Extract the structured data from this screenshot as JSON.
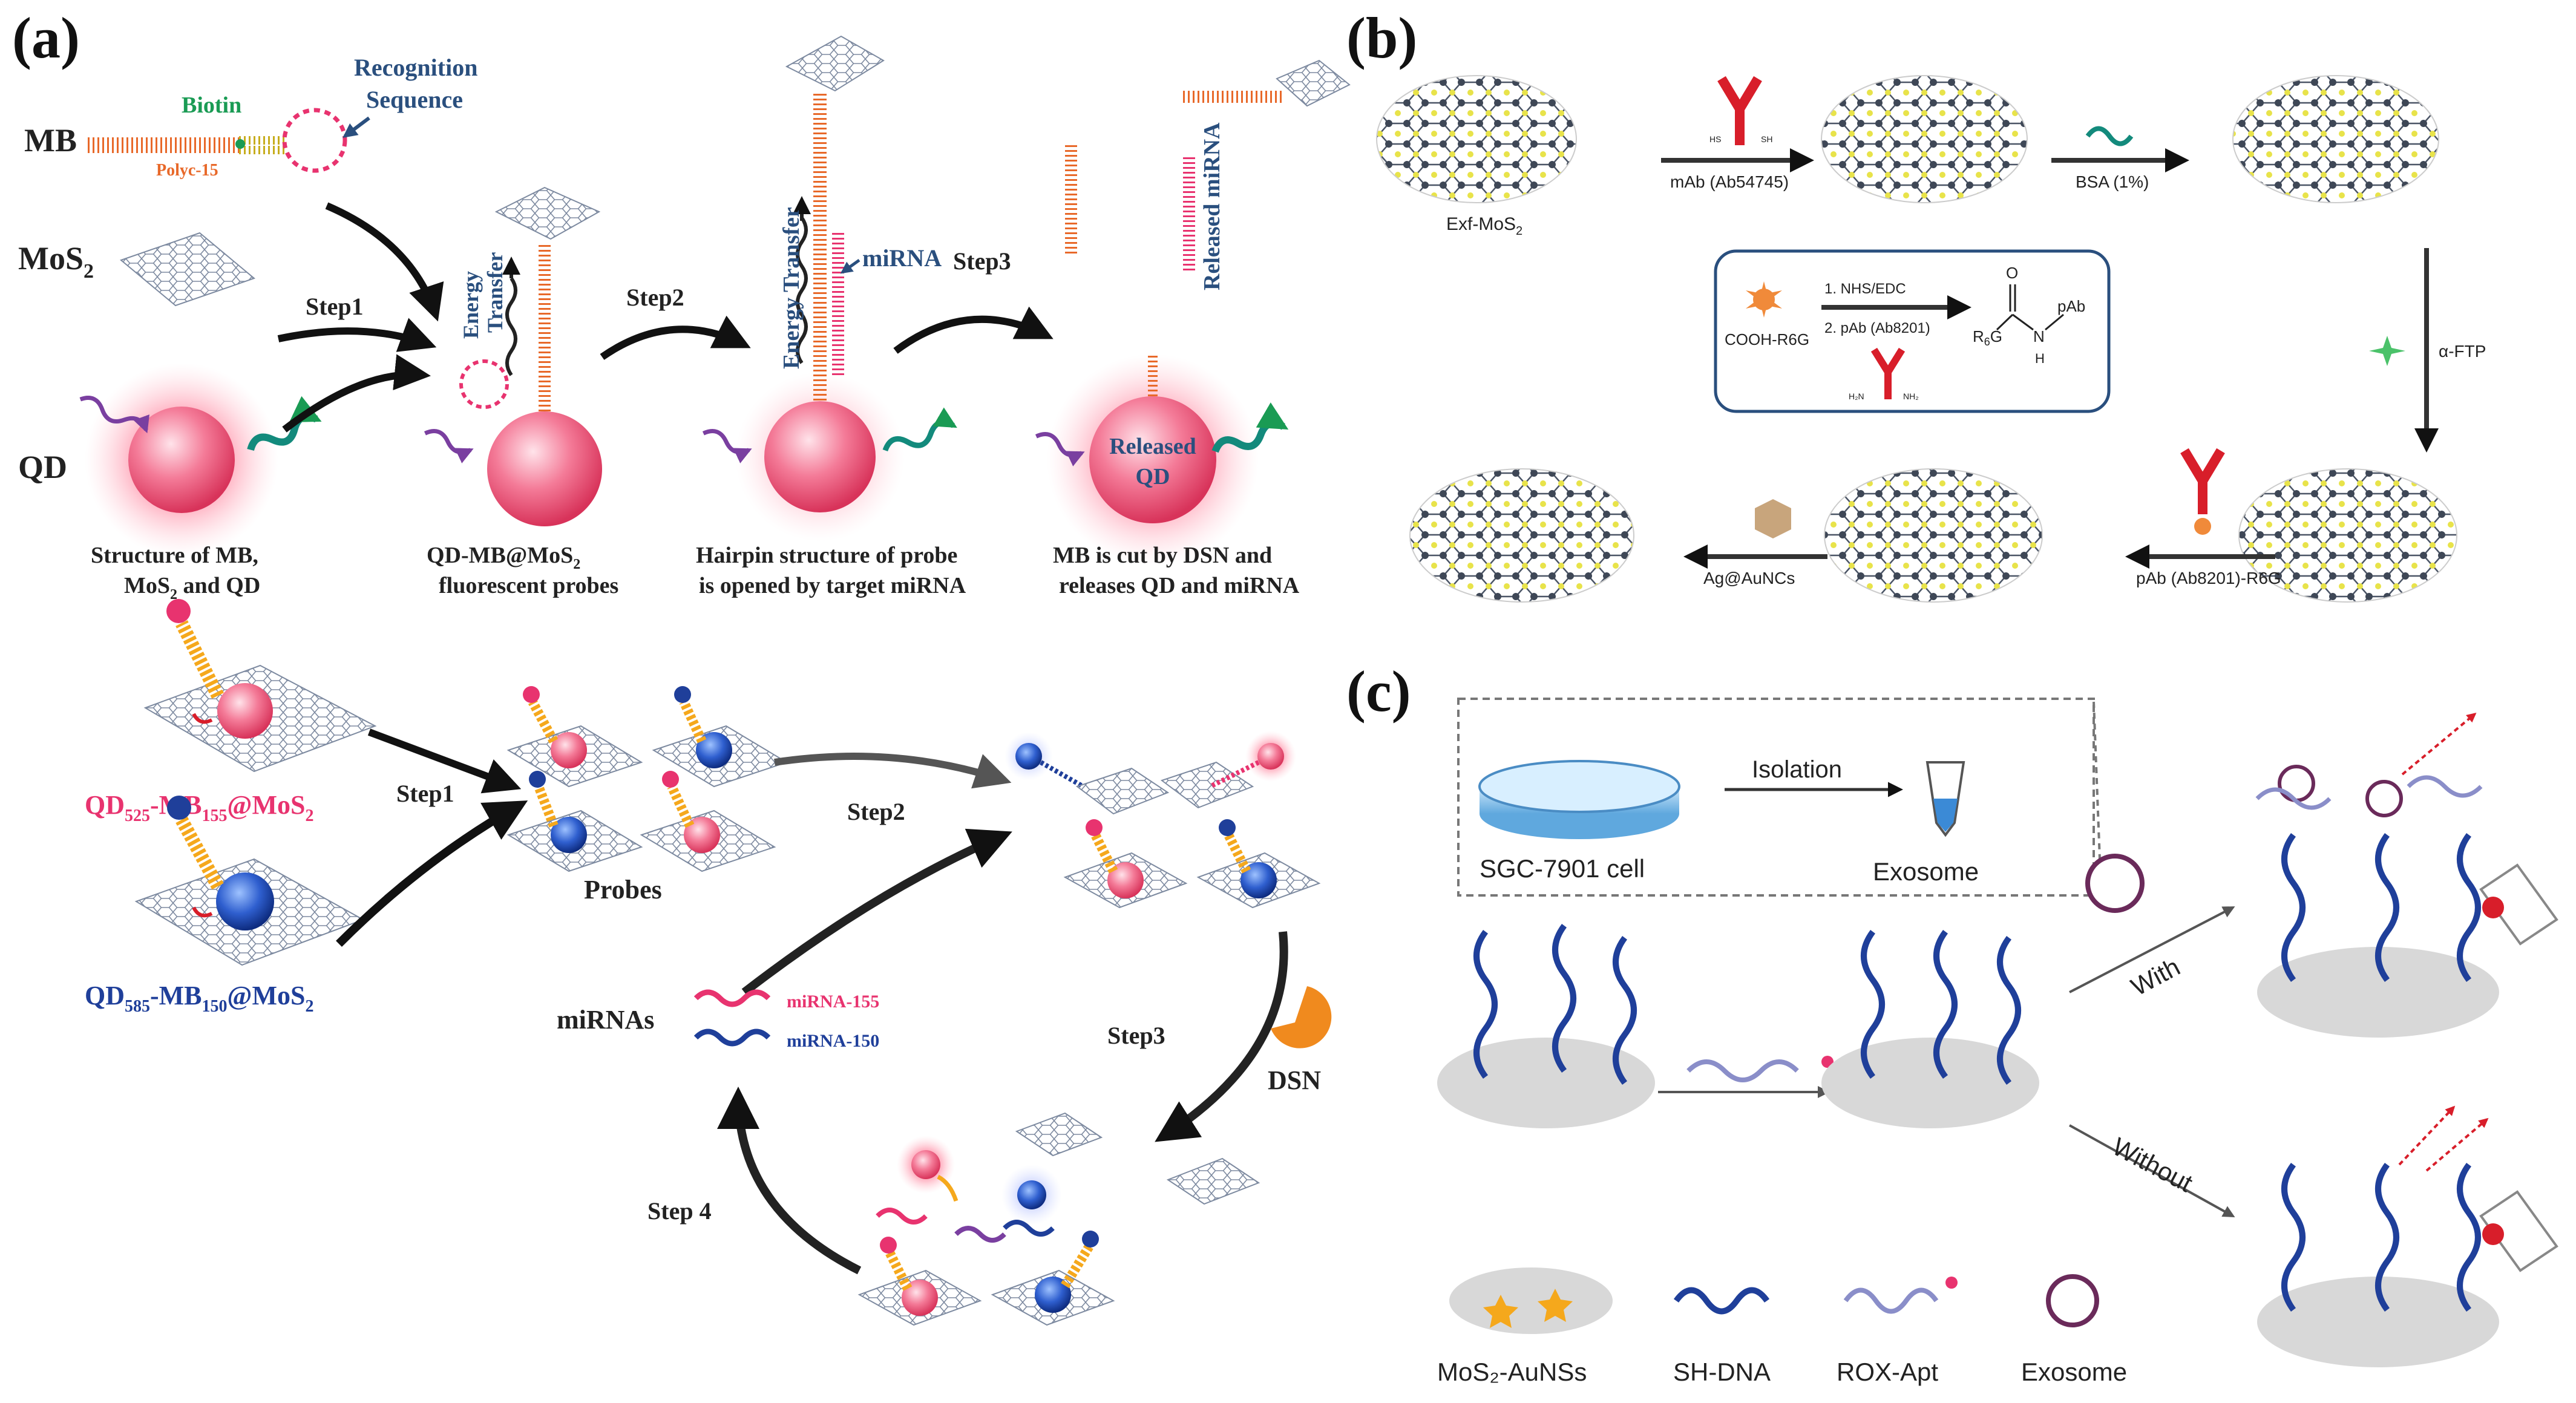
{
  "panels": {
    "a": "(a)",
    "b": "(b)",
    "c": "(c)"
  },
  "colors": {
    "pink": "#e8336f",
    "blue": "#1f3f9a",
    "steel": "#2a4f7e",
    "green": "#1a9b54",
    "orange": "#f08a3a",
    "red": "#d81e2a",
    "teal": "#138a7c",
    "gold": "#f5a81c",
    "dark": "#222222"
  },
  "a_top": {
    "mb": "MB",
    "biotin": "Biotin",
    "recognition_1": "Recognition",
    "recognition_2": "Sequence",
    "polyc": "Polyc-15",
    "mos2": "MoS",
    "mos2_sub": "2",
    "qd": "QD",
    "step1": "Step1",
    "step2": "Step2",
    "step3": "Step3",
    "energy_1": "Energy",
    "energy_2": "Transfer",
    "energy_transfer": "Energy Transfer",
    "mirna": "miRNA",
    "released_mirna": "Released miRNA",
    "released_qd_1": "Released",
    "released_qd_2": "QD",
    "cap1_1": "Structure of MB,",
    "cap1_2": "MoS",
    "cap1_2s": "2",
    "cap1_2b": " and QD",
    "cap2_1": "QD-MB@MoS",
    "cap2_1s": "2",
    "cap2_2": "fluorescent probes",
    "cap3_1": "Hairpin structure of probe",
    "cap3_2": "is opened by target miRNA",
    "cap4_1": "MB is cut by DSN and",
    "cap4_2": "releases QD and miRNA"
  },
  "a_bottom": {
    "qd525_a": "QD",
    "qd525_b": "525",
    "qd525_c": "-MB",
    "qd525_d": "155",
    "qd525_e": "@MoS",
    "qd525_f": "2",
    "qd585_a": "QD",
    "qd585_b": "585",
    "qd585_c": "-MB",
    "qd585_d": "150",
    "qd585_e": "@MoS",
    "qd585_f": "2",
    "step1": "Step1",
    "step2": "Step2",
    "step3": "Step3",
    "step4": "Step 4",
    "probes": "Probes",
    "mirnas": "miRNAs",
    "mirna155": "miRNA-155",
    "mirna150": "miRNA-150",
    "dsn": "DSN"
  },
  "b": {
    "mab": "mAb (Ab54745)",
    "sh1": "HS",
    "sh2": "SH",
    "bsa": "BSA (1%)",
    "exf": "Exf-MoS",
    "exf_sub": "2",
    "nhs": "1. NHS/EDC",
    "pab_react": "2. pAb (Ab8201)",
    "cooh": "COOH-R6G",
    "o": "O",
    "r6g": "R",
    "r6g_sub": "6",
    "r6g_g": "G",
    "n": "N",
    "h": "H",
    "pab": "pAb",
    "h2n": "H₂N",
    "nh2": "NH₂",
    "afp": "α-FTP",
    "pab_r6g": "pAb (Ab8201)-R6G",
    "agau": "Ag@AuNCs"
  },
  "c": {
    "isolation": "Isolation",
    "sgc": "SGC-7901 cell",
    "exosome": "Exosome",
    "with": "With",
    "without": "Without",
    "leg_mos2": "MoS₂-AuNSs",
    "leg_shdna": "SH-DNA",
    "leg_rox": "ROX-Apt",
    "leg_exo": "Exosome"
  }
}
